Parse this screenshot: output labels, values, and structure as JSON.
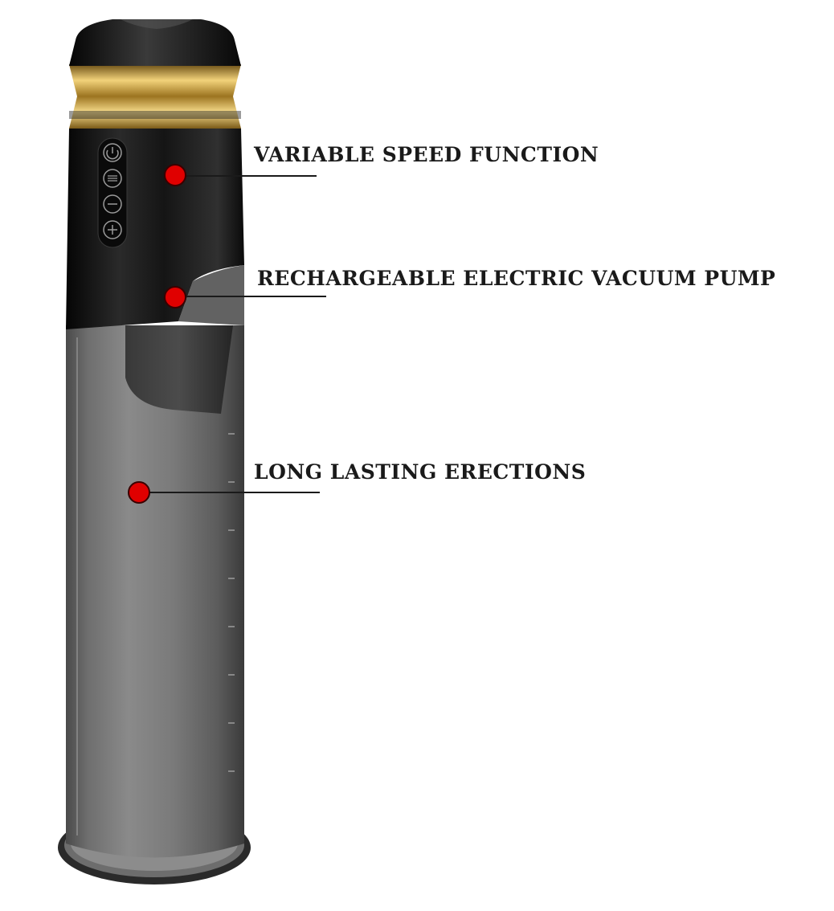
{
  "colors": {
    "marker": "#e00000",
    "label_text": "#1a1a1a",
    "gold": "#c9a13b",
    "body_black": "#111111"
  },
  "control_buttons": [
    {
      "icon": "power-icon"
    },
    {
      "icon": "mode-icon"
    },
    {
      "icon": "minus-icon"
    },
    {
      "icon": "plus-icon"
    }
  ],
  "callouts": [
    {
      "id": "speed",
      "label": "VARIABLE SPEED FUNCTION"
    },
    {
      "id": "pump",
      "label": "RECHARGEABLE ELECTRIC VACUUM PUMP"
    },
    {
      "id": "erections",
      "label": "LONG LASTING ERECTIONS"
    }
  ]
}
